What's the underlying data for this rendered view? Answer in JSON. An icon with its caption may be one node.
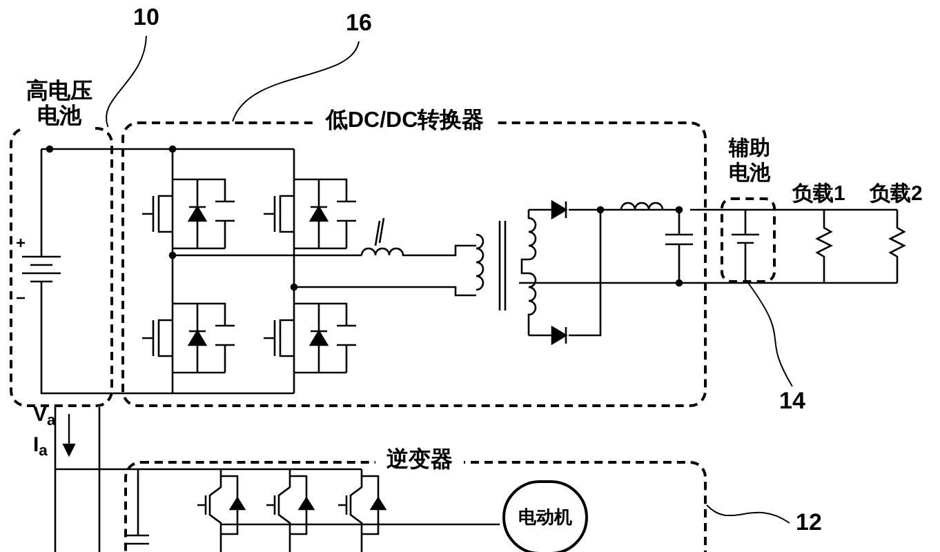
{
  "diagram": {
    "nodes": [
      {
        "text": [
          "高电压电池"
        ]
      },
      {
        "text": [
          "低DC/DC转换器"
        ]
      },
      {
        "text": [
          "辅助电池"
        ]
      },
      {
        "text": [
          "逆变器"
        ]
      },
      {
        "text": [
          "电动机"
        ],
        "in": 3
      },
      {
        "text": [
          "10"
        ]
      },
      {
        "text": [
          "16"
        ]
      },
      {
        "text": [
          "14"
        ]
      },
      {
        "text": [
          "12"
        ]
      }
    ],
    "edges": [
      {
        "from": 5,
        "to": 0,
        "arrow": "none"
      },
      {
        "from": 6,
        "to": 1,
        "arrow": "none"
      },
      {
        "from": 7,
        "to": 2,
        "arrow": "none"
      },
      {
        "from": 8,
        "to": 3,
        "arrow": "none"
      }
    ],
    "labels": [
      "负载1",
      "负载2",
      "V$_{a}$",
      "I$_{a}$"
    ]
  }
}
